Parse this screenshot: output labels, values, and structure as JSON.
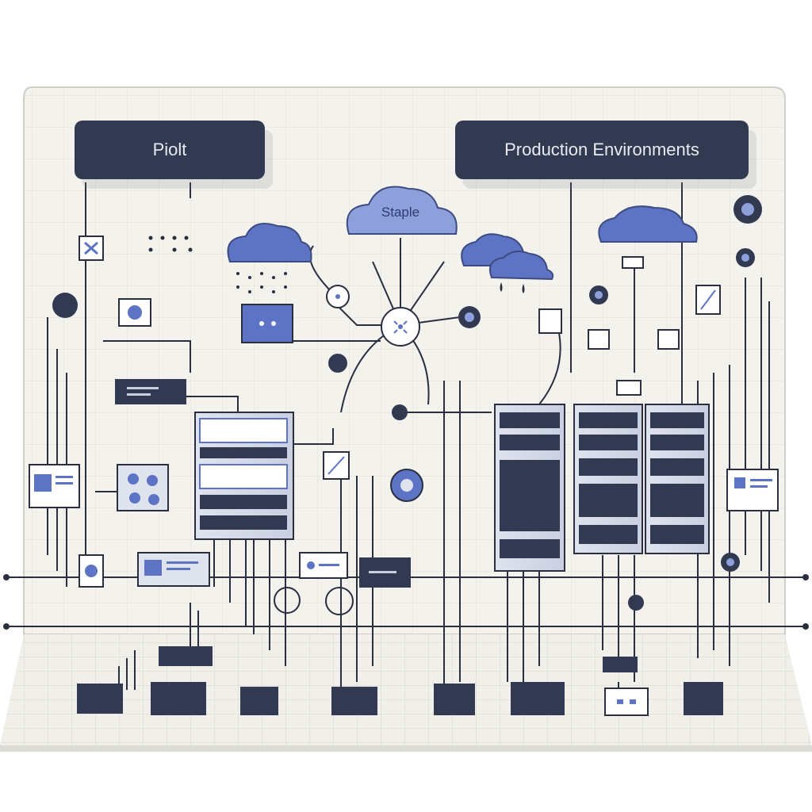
{
  "labels": {
    "pilot": "Piolt",
    "production": "Production Environments",
    "cloud": "Staple"
  },
  "colors": {
    "background_panel": "#f3f2ec",
    "grid_line": "#dcdcd6",
    "dark_node": "#323a52",
    "accent_blue": "#5d73c4",
    "light_blue": "#8ea0dc",
    "line": "#2a2f40"
  },
  "icons": [
    "cloud-icon",
    "server-rack-icon",
    "gear-icon",
    "hub-node-icon",
    "card-icon",
    "stack-icon",
    "target-icon"
  ]
}
